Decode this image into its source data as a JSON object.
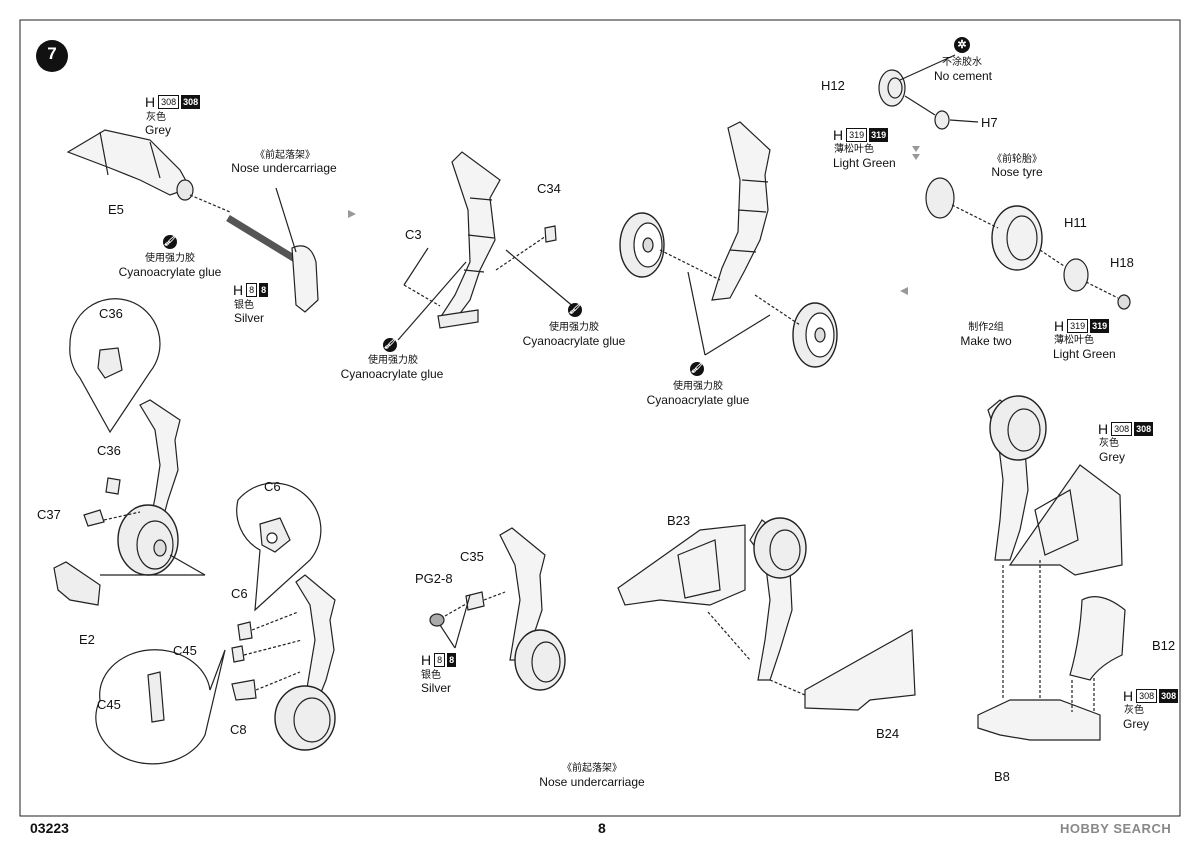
{
  "step": {
    "number": "7"
  },
  "labels": {
    "nose_cn_top": "《前起落架》",
    "nose_en_top": "Nose undercarriage",
    "nose_cn_bottom": "《前起落架》",
    "nose_en_bottom": "Nose undercarriage",
    "nose_tyre_cn": "《前轮胎》",
    "nose_tyre_en": "Nose tyre",
    "no_cement_cn": "不涂胶水",
    "no_cement_en": "No cement",
    "make_two_cn": "制作2组",
    "make_two_en": "Make two",
    "glue_cn": "使用强力胶",
    "glue_en": "Cyanoacrylate glue"
  },
  "colors": {
    "grey": {
      "h": "H",
      "code1": "308",
      "code2": "308",
      "cn": "灰色",
      "en": "Grey"
    },
    "silver": {
      "h": "H",
      "code1": "8",
      "code2": "8",
      "cn": "银色",
      "en": "Silver"
    },
    "light_green": {
      "h": "H",
      "code1": "319",
      "code2": "319",
      "cn": "薄松叶色",
      "en": "Light Green"
    }
  },
  "parts": {
    "e5": "E5",
    "c3": "C3",
    "c34": "C34",
    "h12": "H12",
    "h7": "H7",
    "h11": "H11",
    "h18": "H18",
    "c36": "C36",
    "c37": "C37",
    "e2": "E2",
    "c6": "C6",
    "c45": "C45",
    "c8": "C8",
    "c35": "C35",
    "pg2_8": "PG2-8",
    "b23": "B23",
    "b24": "B24",
    "b12": "B12",
    "b8": "B8"
  },
  "footer": {
    "code": "03223",
    "page": "8",
    "brand": "HOBBY SEARCH"
  }
}
